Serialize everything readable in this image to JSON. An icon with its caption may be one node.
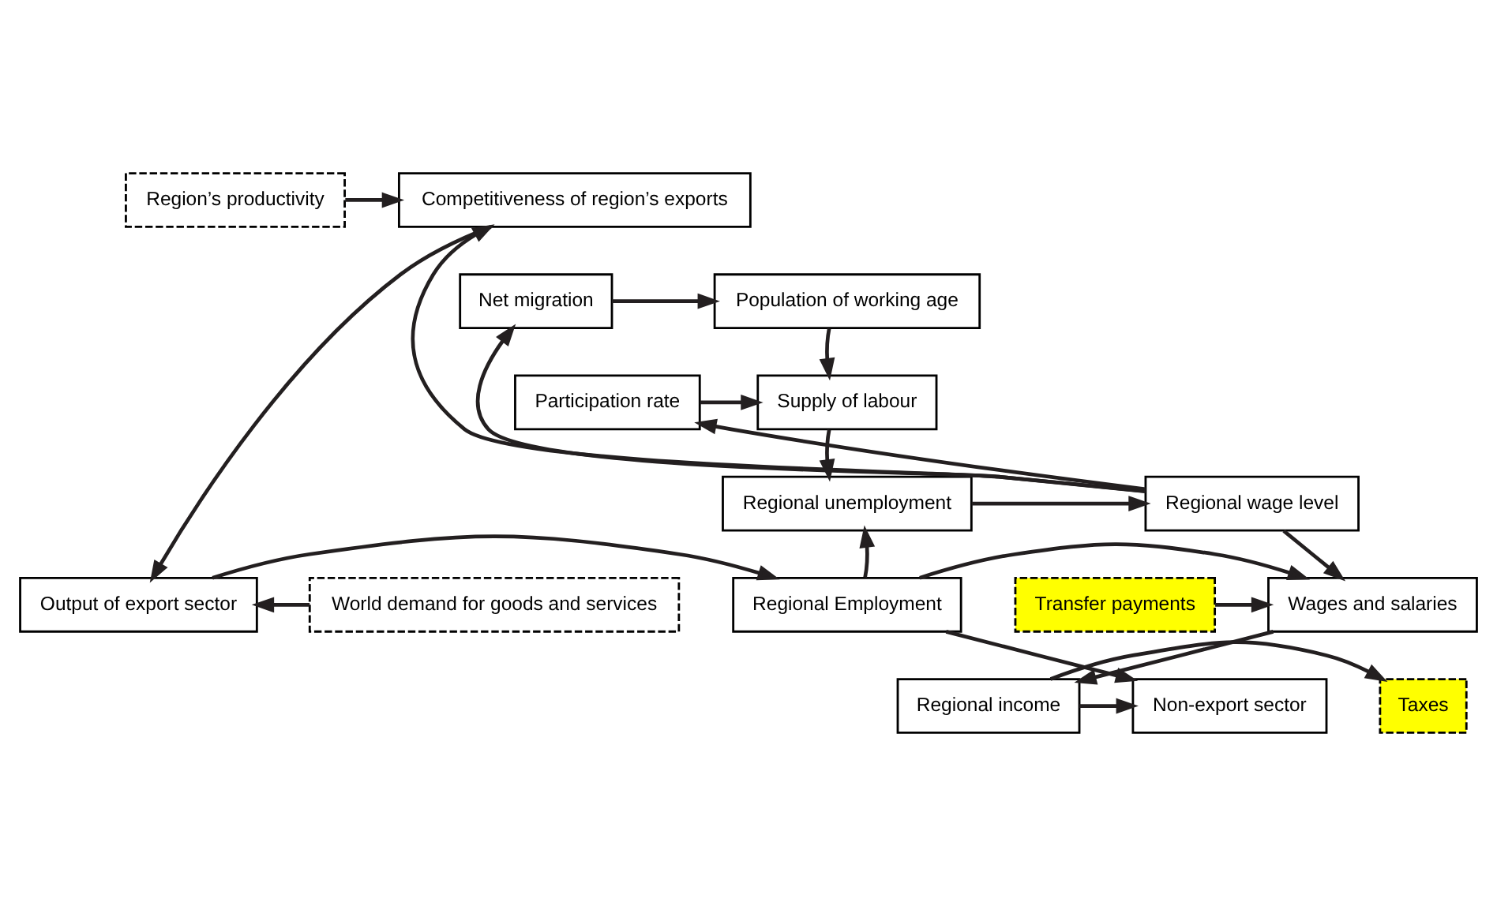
{
  "diagram": {
    "nodes": [
      {
        "text": [
          "Region’s productivity"
        ]
      },
      {
        "text": [
          "Competitiveness of region’s exports"
        ]
      },
      {
        "text": [
          "Population of working age"
        ]
      },
      {
        "text": [
          "Net migration"
        ]
      },
      {
        "text": [
          "Supply of labour"
        ]
      },
      {
        "text": [
          "Participation rate"
        ]
      },
      {
        "text": [
          "Regional unemployment"
        ]
      },
      {
        "text": [
          "Regional wage level"
        ]
      },
      {
        "text": [
          "World demand for goods and services"
        ]
      },
      {
        "text": [
          "Output of export sector"
        ]
      },
      {
        "text": [
          "Regional Employment"
        ]
      },
      {
        "text": [
          "Wages and salaries"
        ]
      },
      {
        "text": [
          "Transfer payments"
        ]
      },
      {
        "text": [
          "Non-export sector"
        ]
      },
      {
        "text": [
          "Regional income"
        ]
      },
      {
        "text": [
          "Taxes"
        ]
      }
    ],
    "edges": [
      {
        "from": 0,
        "to": 1,
        "arrow": "to"
      },
      {
        "from": 7,
        "to": 1,
        "arrow": "to"
      },
      {
        "from": 7,
        "to": 3,
        "arrow": "to"
      },
      {
        "from": 3,
        "to": 2,
        "arrow": "to"
      },
      {
        "from": 2,
        "to": 4,
        "arrow": "to"
      },
      {
        "from": 5,
        "to": 4,
        "arrow": "to"
      },
      {
        "from": 4,
        "to": 6,
        "arrow": "to"
      },
      {
        "from": 7,
        "to": 5,
        "arrow": "to"
      },
      {
        "from": 6,
        "to": 7,
        "arrow": "to"
      },
      {
        "from": 1,
        "to": 9,
        "arrow": "to"
      },
      {
        "from": 8,
        "to": 9,
        "arrow": "to"
      },
      {
        "from": 9,
        "to": 10,
        "arrow": "to"
      },
      {
        "from": 10,
        "to": 6,
        "arrow": "to"
      },
      {
        "from": 10,
        "to": 11,
        "arrow": "to"
      },
      {
        "from": 7,
        "to": 11,
        "arrow": "to"
      },
      {
        "from": 12,
        "to": 11,
        "arrow": "to"
      },
      {
        "from": 10,
        "to": 13,
        "arrow": "to"
      },
      {
        "from": 14,
        "to": 13,
        "arrow": "to"
      },
      {
        "from": 11,
        "to": 14,
        "arrow": "to"
      },
      {
        "from": 14,
        "to": 15,
        "arrow": "to"
      }
    ]
  }
}
